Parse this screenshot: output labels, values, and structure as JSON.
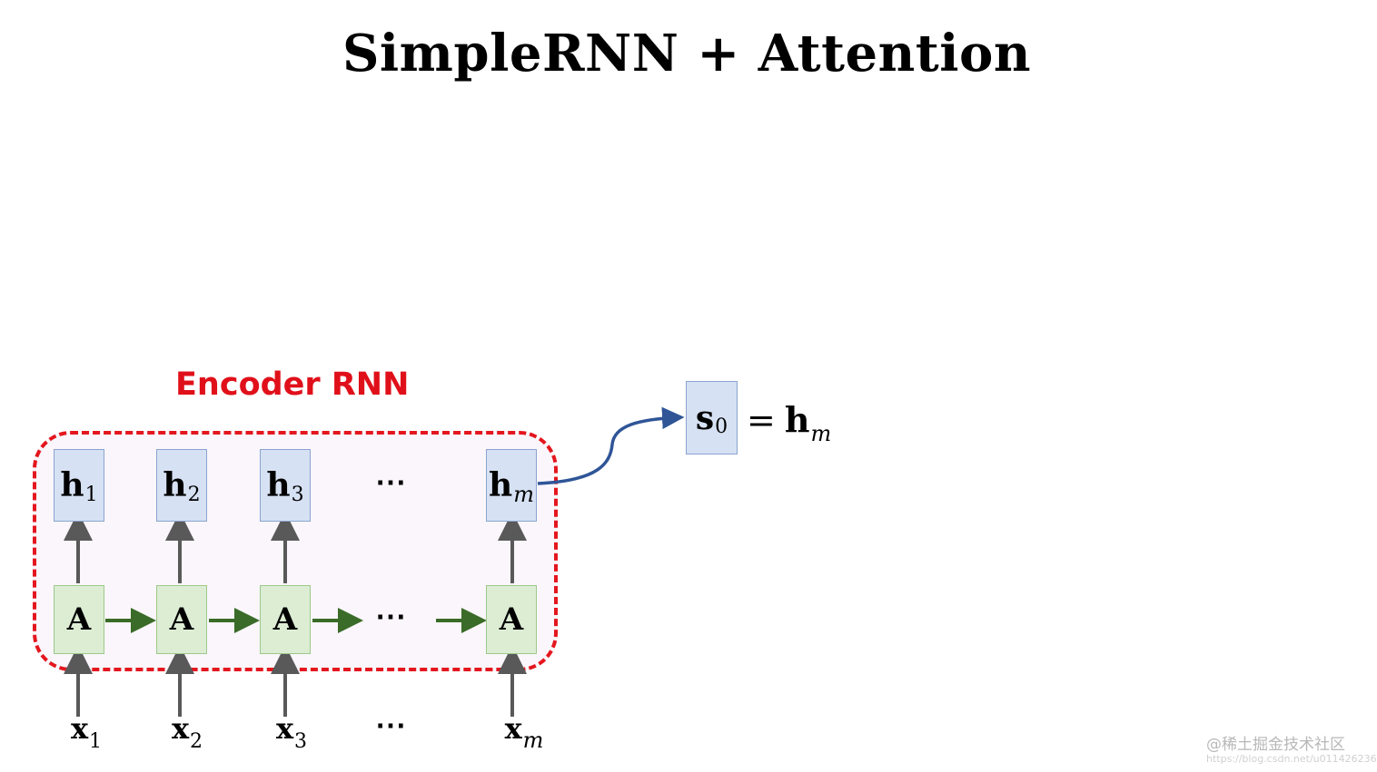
{
  "title": "SimpleRNN + Attention",
  "encoder_label": "Encoder RNN",
  "hidden_states": [
    {
      "base": "h",
      "sub": "1",
      "italic_sub": false
    },
    {
      "base": "h",
      "sub": "2",
      "italic_sub": false
    },
    {
      "base": "h",
      "sub": "3",
      "italic_sub": false
    },
    {
      "base": "h",
      "sub": "m",
      "italic_sub": true
    }
  ],
  "cell_label": "A",
  "inputs": [
    {
      "base": "x",
      "sub": "1",
      "italic_sub": false
    },
    {
      "base": "x",
      "sub": "2",
      "italic_sub": false
    },
    {
      "base": "x",
      "sub": "3",
      "italic_sub": false
    },
    {
      "base": "x",
      "sub": "m",
      "italic_sub": true
    }
  ],
  "ellipsis": "⋯",
  "decoder_state": {
    "base": "s",
    "sub": "0"
  },
  "equation": {
    "operator": "=",
    "rhs_base": "h",
    "rhs_sub": "m"
  },
  "watermark": "@稀土掘金技术社区",
  "watermark_url": "https://blog.csdn.net/u011426236",
  "colors": {
    "encoder_border": "#e4161e",
    "encoder_label": "#e0101a",
    "hidden_box": "#d6e1f3",
    "cell_box": "#dcedd4",
    "recurrent_arrow": "#3a6b28",
    "vertical_arrow": "#595959",
    "connector": "#2f5597"
  }
}
